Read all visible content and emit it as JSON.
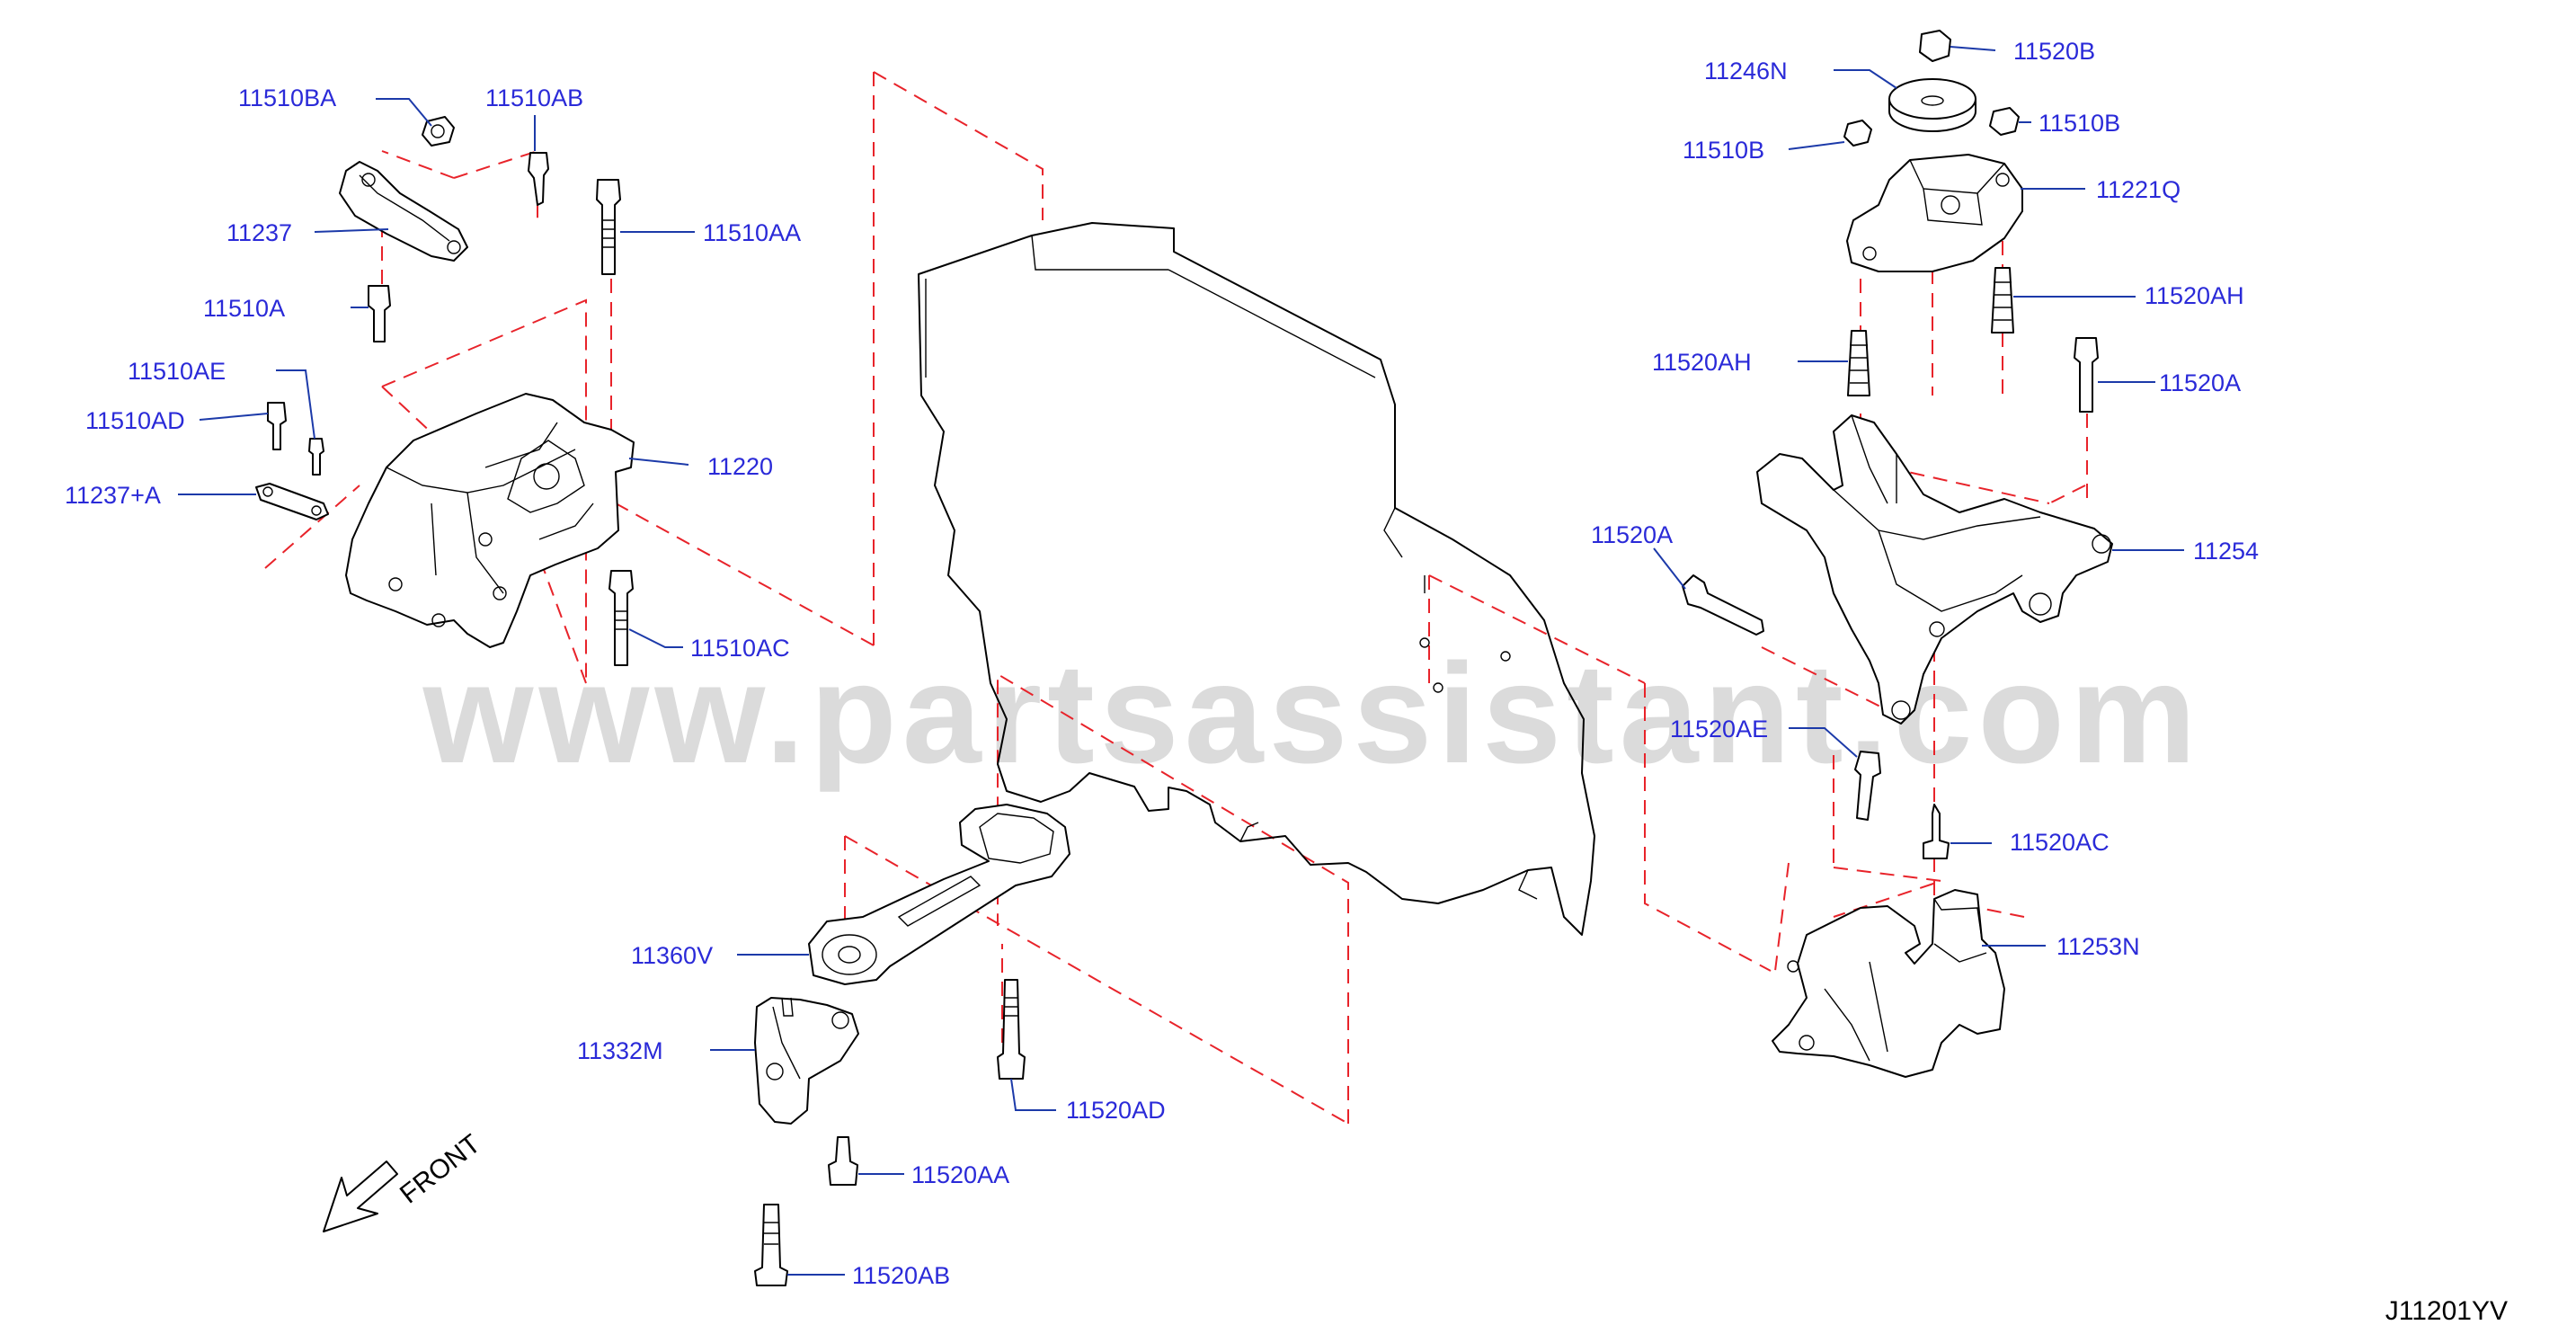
{
  "watermark": "www.partsassistant.com",
  "diagram_code": "J11201YV",
  "front_label": "FRONT",
  "callouts": {
    "p11510BA": "11510BA",
    "p11510AB": "11510AB",
    "p11237": "11237",
    "p11510AA": "11510AA",
    "p11510A": "11510A",
    "p11510AE": "11510AE",
    "p11510AD": "11510AD",
    "p11220": "11220",
    "p11237A": "11237+A",
    "p11510AC": "11510AC",
    "p11520B": "11520B",
    "p11246N": "11246N",
    "p11510B_left": "11510B",
    "p11510B_right": "11510B",
    "p11221Q": "11221Q",
    "p11520AH_right": "11520AH",
    "p11520AH_left": "11520AH",
    "p11520A_right": "11520A",
    "p11254": "11254",
    "p11520A_left": "11520A",
    "p11520AE": "11520AE",
    "p11520AC": "11520AC",
    "p11253N": "11253N",
    "p11360V": "11360V",
    "p11332M": "11332M",
    "p11520AD": "11520AD",
    "p11520AA": "11520AA",
    "p11520AB": "11520AB"
  }
}
